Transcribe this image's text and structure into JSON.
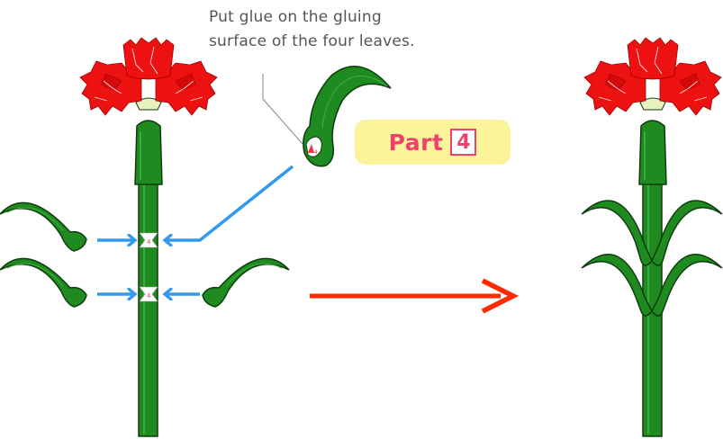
{
  "instruction": {
    "line1": "Put glue on the gluing",
    "line2": "surface of the four leaves."
  },
  "badge": {
    "label": "Part",
    "number": "4"
  },
  "colors": {
    "stem": "#1f8a1f",
    "stem_outline": "#0d3d0d",
    "petal": "#ee1111",
    "guide_arrow": "#3399ee",
    "main_arrow": "#ff2a00",
    "badge_bg": "#fbf49a",
    "badge_text": "#f0406e"
  },
  "icons": [
    "carnation-flower-icon",
    "leaf-icon",
    "arrow-right-icon",
    "arrow-left-icon"
  ]
}
